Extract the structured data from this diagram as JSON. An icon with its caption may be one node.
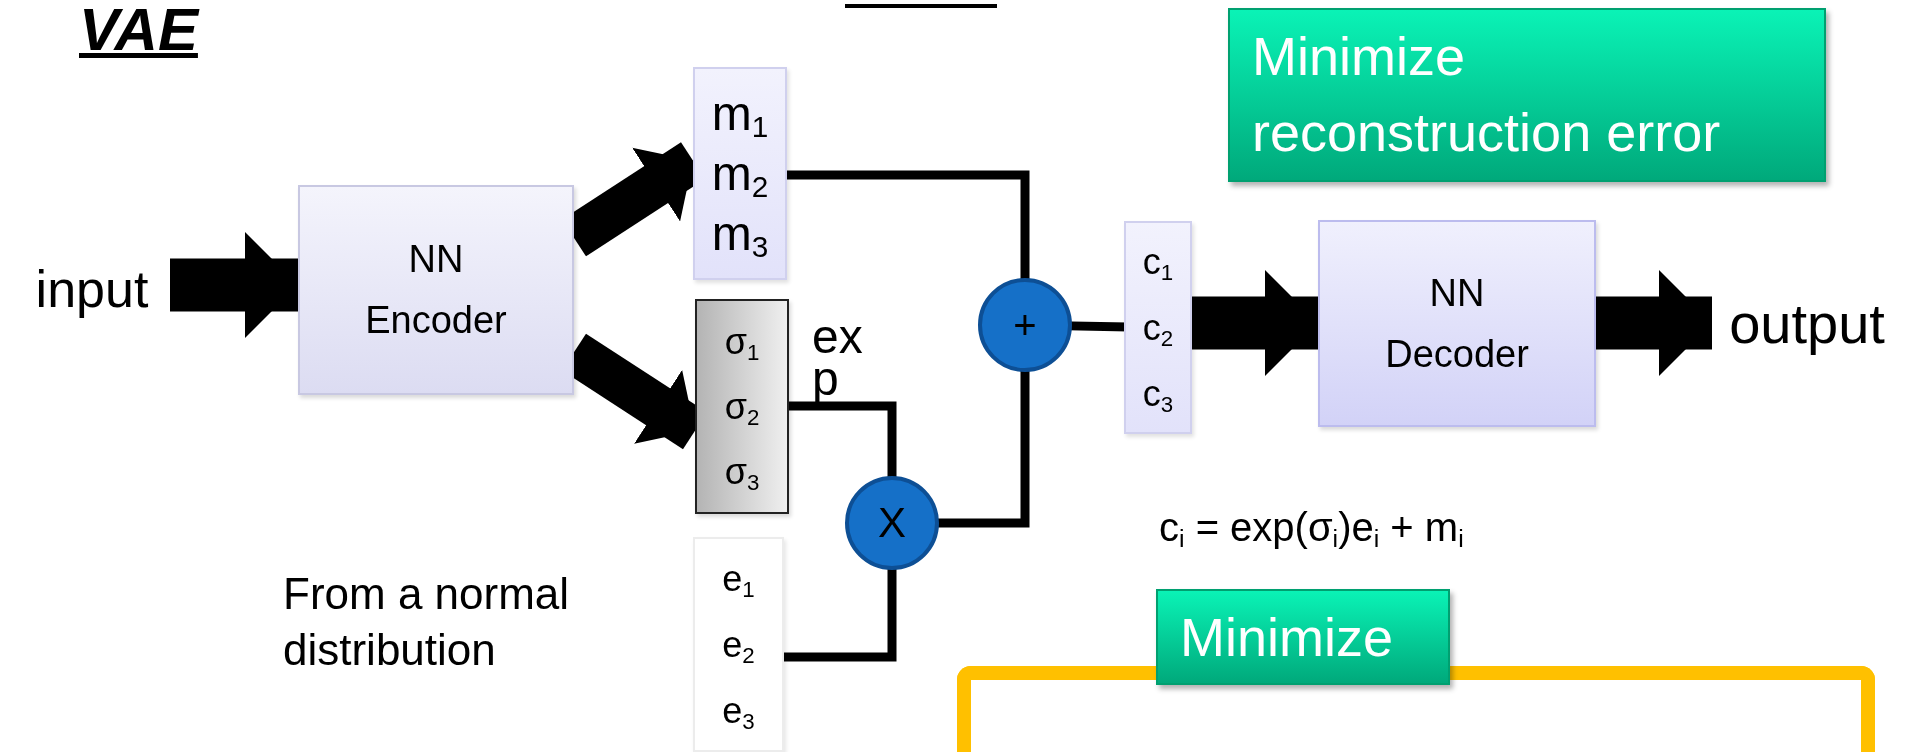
{
  "diagram": {
    "title": "VAE",
    "nodes": [
      {
        "text": [
          "input"
        ]
      },
      {
        "text": [
          "NN Encoder"
        ]
      },
      {
        "text": [
          "m$_{1}$ m$_{2}$ m$_{3}$"
        ]
      },
      {
        "text": [
          "σ$_{1}$ σ$_{2}$ σ$_{3}$"
        ]
      },
      {
        "text": [
          "e$_{1}$ e$_{2}$ e$_{3}$"
        ]
      },
      {
        "text": [
          "X"
        ]
      },
      {
        "text": [
          "+"
        ]
      },
      {
        "text": [
          "c$_{1}$ c$_{2}$ c$_{3}$"
        ]
      },
      {
        "text": [
          "NN Decoder"
        ]
      },
      {
        "text": [
          "output"
        ]
      },
      {
        "text": [
          "Minimize reconstruction error"
        ]
      },
      {
        "text": [
          "Minimize"
        ]
      },
      {
        "text": [],
        "shape": "box"
      }
    ],
    "edges": [
      {
        "from": 0,
        "to": 1,
        "arrow": "to",
        "style": "thick"
      },
      {
        "from": 1,
        "to": 2,
        "arrow": "to",
        "style": "thick"
      },
      {
        "from": 1,
        "to": 3,
        "arrow": "to",
        "style": "thick"
      },
      {
        "from": 3,
        "to": 5,
        "arrow": "none",
        "label": "exp"
      },
      {
        "from": 4,
        "to": 5,
        "arrow": "none"
      },
      {
        "from": 2,
        "to": 6,
        "arrow": "none"
      },
      {
        "from": 5,
        "to": 6,
        "arrow": "none"
      },
      {
        "from": 6,
        "to": 7,
        "arrow": "none"
      },
      {
        "from": 7,
        "to": 8,
        "arrow": "to",
        "style": "thick"
      },
      {
        "from": 8,
        "to": 9,
        "arrow": "to",
        "style": "thick"
      }
    ],
    "labels": [
      "From a normal distribution",
      "c$_{i}$ = exp(σ$_{i}$)e$_{i}$ + m$_{i}$"
    ]
  }
}
